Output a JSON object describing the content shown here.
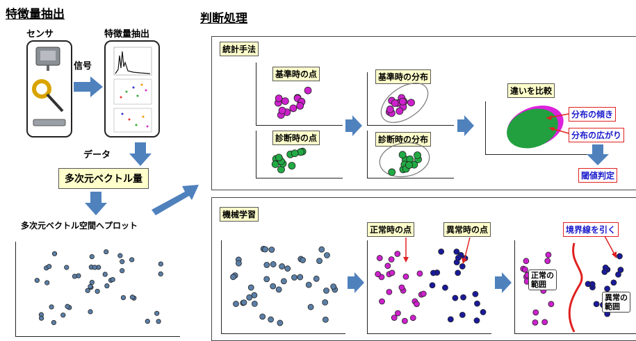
{
  "left": {
    "title": "特徴量抽出",
    "sensor_label": "センサ",
    "feature_label": "特徴量抽出",
    "signal_label": "信号",
    "data_label": "データ",
    "vector_label": "多次元ベクトル量",
    "plot_label": "多次元ベクトル空間へプロット"
  },
  "right": {
    "title": "判断処理",
    "stats": {
      "title": "統計手法",
      "ref_point": "基準時の点",
      "diag_point": "診断時の点",
      "ref_dist": "基準時の分布",
      "diag_dist": "診断時の分布",
      "compare": "違いを比較",
      "tilt": "分布の傾き",
      "spread": "分布の広がり",
      "threshold": "閾値判定"
    },
    "ml": {
      "title": "機械学習",
      "normal_point": "正常時の点",
      "abnormal_point": "異常時の点",
      "boundary": "境界線を引く",
      "normal_range": "正常の\n範囲",
      "abnormal_range": "異常の\n範囲"
    }
  },
  "colors": {
    "arrow": "#4f81bd",
    "magenta": "#cc22cc",
    "green": "#22aa44",
    "navy": "#1a1a99",
    "steel": "#5b7fa6",
    "red": "#e02020"
  }
}
